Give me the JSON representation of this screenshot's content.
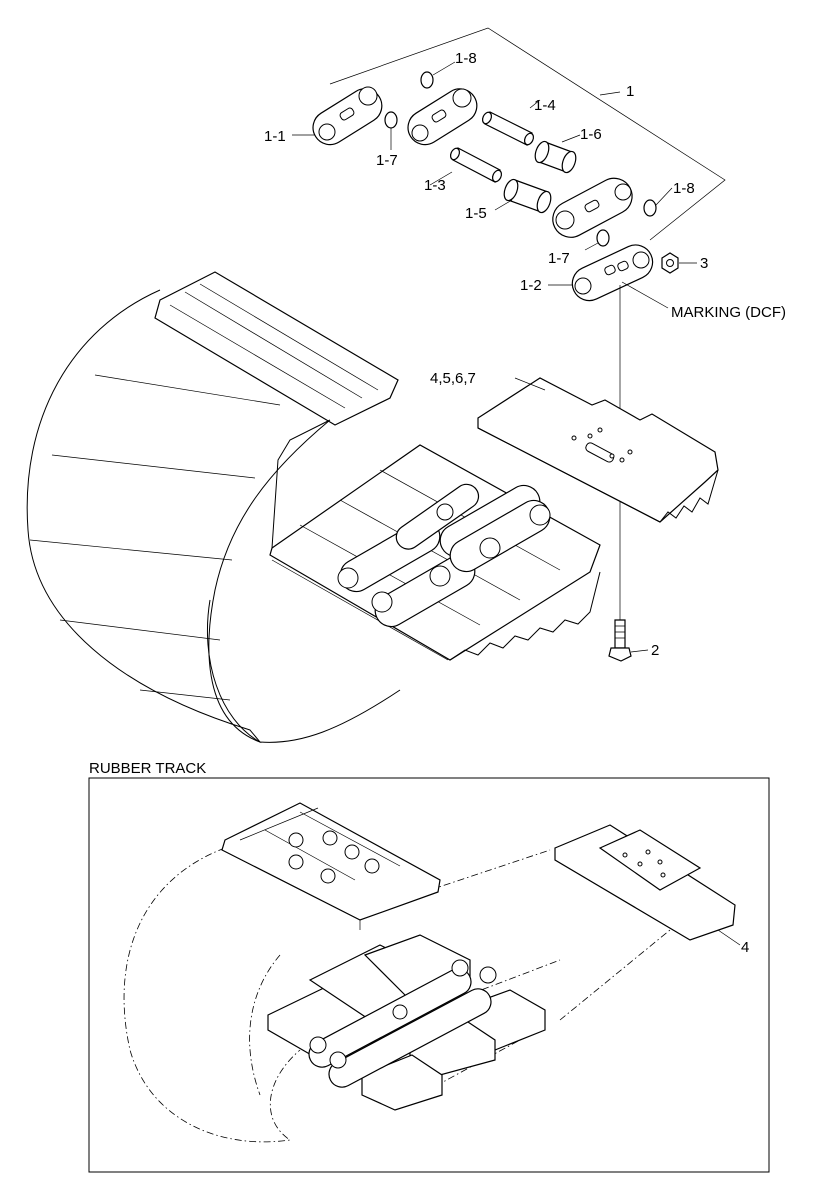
{
  "labels": {
    "l1": "1",
    "l1_1": "1-1",
    "l1_2": "1-2",
    "l1_3": "1-3",
    "l1_4": "1-4",
    "l1_5": "1-5",
    "l1_6": "1-6",
    "l1_7a": "1-7",
    "l1_7b": "1-7",
    "l1_8a": "1-8",
    "l1_8b": "1-8",
    "l2": "2",
    "l3": "3",
    "l4567": "4,5,6,7",
    "marking": "MARKING (DCF)",
    "rubber_title": "RUBBER TRACK",
    "l4": "4"
  }
}
